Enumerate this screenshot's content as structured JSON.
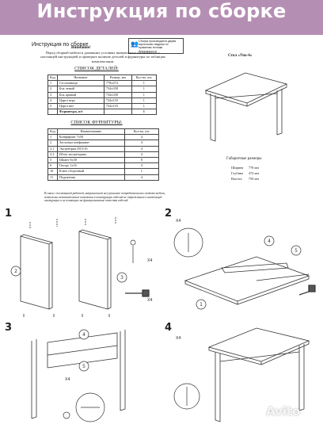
{
  "banner": {
    "title": "Инструкция по сборке"
  },
  "header": {
    "doc_title": "Инструкция по сборке",
    "warning_text": "Сборка производится двумя взрослыми людьми по правилам техники безопасности",
    "attention": "Внимание!",
    "intro": "Перед сборкой мебели в домашних условиях внимательно ознакомьтесь с настоящей инструкцией и проверьте наличие деталей и фурнитуры по таблицам комплектации."
  },
  "parts": {
    "title": "СПИСОК ДЕТАЛЕЙ:",
    "headers": [
      "Код",
      "Название",
      "Размер, мм",
      "Кол-во, шт."
    ],
    "rows": [
      [
        "1",
        "Столешница",
        "778х474",
        "1"
      ],
      [
        "2",
        "Бок левый",
        "734х358",
        "1"
      ],
      [
        "3",
        "Бок правый",
        "734х358",
        "1"
      ],
      [
        "4",
        "Царга верх",
        "734х118",
        "1"
      ],
      [
        "5",
        "Царга низ",
        "734х118",
        "1"
      ],
      [
        "",
        "Фурнитура, п/т",
        "",
        "1"
      ]
    ]
  },
  "fittings": {
    "title": "СПИСОК ФУРНИТУРЫ:",
    "headers": [
      "Код",
      "Наименование",
      "Кол-во, шт."
    ],
    "rows": [
      [
        "1",
        "Конфирмат 7х50",
        "4"
      ],
      [
        "2",
        "Заглушка конфирмат",
        "4"
      ],
      [
        "3.1",
        "Эксцентрик D15/16",
        "4"
      ],
      [
        "3.2",
        "Шток эксцентрика",
        "4"
      ],
      [
        "5",
        "Шкант 8х30",
        "8"
      ],
      [
        "6",
        "Гвоздь 1х16",
        "4"
      ],
      [
        "10",
        "Ключ сборочный",
        "1"
      ],
      [
        "11",
        "Подпятник",
        "4"
      ]
    ]
  },
  "product": {
    "title": "Стол «Уно-4»"
  },
  "dimensions": {
    "title": "Габаритные размеры",
    "rows": [
      {
        "label": "Ширина",
        "value": "778 мм"
      },
      {
        "label": "Глубина",
        "value": "474 мм"
      },
      {
        "label": "Высота",
        "value": "750 мм"
      }
    ]
  },
  "note": "В связи с постоянной работой, направленной на улучшение потребительских свойств мебели, возможны незначительные изменения в конструкции изделий не отраженные в настоящей инструкции и не влияющие на функциональные качества изделий.",
  "steps": [
    {
      "number": "1",
      "callouts": [
        "2",
        "3"
      ],
      "qty": [
        "X4",
        "X4"
      ]
    },
    {
      "number": "2",
      "callouts": [
        "4",
        "5",
        "1"
      ],
      "qty": [
        "X4"
      ]
    },
    {
      "number": "3",
      "callouts": [
        "4",
        "5"
      ],
      "qty": [
        "X4"
      ]
    },
    {
      "number": "4",
      "callouts": [],
      "qty": [
        "X4"
      ]
    }
  ],
  "watermark": {
    "text": "Avito"
  }
}
